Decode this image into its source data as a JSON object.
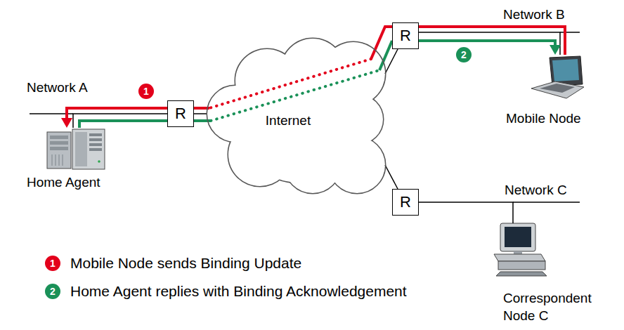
{
  "diagram": {
    "nodes": [
      {
        "text": [
          "Home Agent"
        ]
      },
      {
        "text": [
          "R"
        ]
      },
      {
        "text": [
          "Internet"
        ]
      },
      {
        "text": [
          "R"
        ]
      },
      {
        "text": [
          "Mobile Node"
        ]
      },
      {
        "text": [
          "R"
        ]
      },
      {
        "text": [
          "Correspondent Node C"
        ]
      }
    ],
    "edges": [
      {
        "from": 0,
        "to": 1,
        "arrow": "none"
      },
      {
        "from": 1,
        "to": 2,
        "arrow": "none"
      },
      {
        "from": 2,
        "to": 3,
        "arrow": "none"
      },
      {
        "from": 3,
        "to": 4,
        "arrow": "none"
      },
      {
        "from": 2,
        "to": 5,
        "arrow": "none"
      },
      {
        "from": 5,
        "to": 6,
        "arrow": "none"
      },
      {
        "from": 4,
        "to": 0,
        "arrow": "to"
      },
      {
        "from": 0,
        "to": 4,
        "arrow": "to"
      }
    ],
    "labels": [
      "Network A",
      "1",
      "Network B",
      "2",
      "Network C",
      "1",
      "2"
    ],
    "legend": [
      {
        "text": "Mobile Node sends Binding Update",
        "color": "#e3001b"
      },
      {
        "text": "Home Agent replies with Binding Acknowledgement",
        "color": "#1a9158"
      }
    ]
  }
}
